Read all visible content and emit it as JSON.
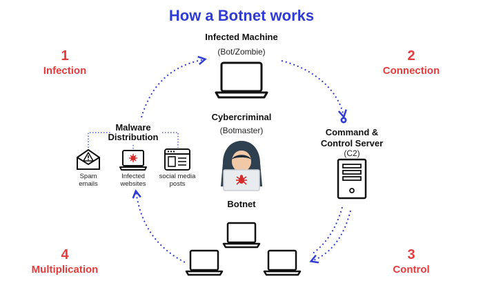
{
  "title": "How a Botnet works",
  "infected_machine": {
    "title": "Infected Machine",
    "subtitle": "(Bot/Zombie)"
  },
  "cybercriminal": {
    "title": "Cybercriminal",
    "subtitle": "(Botmaster)"
  },
  "botnet_label": "Botnet",
  "c2": {
    "line1": "Command &",
    "line2": "Control Server",
    "subtitle": "(C2)"
  },
  "malware": {
    "line1": "Malware",
    "line2": "Distribution",
    "sources": [
      {
        "line1": "Spam",
        "line2": "emails",
        "icon": "envelope-warning-icon"
      },
      {
        "line1": "Infected",
        "line2": "websites",
        "icon": "infected-laptop-icon"
      },
      {
        "line1": "social media",
        "line2": "posts",
        "icon": "social-media-browser-icon"
      }
    ]
  },
  "steps": [
    {
      "num": "1",
      "label": "Infection"
    },
    {
      "num": "2",
      "label": "Connection"
    },
    {
      "num": "3",
      "label": "Control"
    },
    {
      "num": "4",
      "label": "Multiplication"
    }
  ],
  "colors": {
    "title": "#2f3bd6",
    "arrows": "#2f3bd6",
    "steps": "#e63b3b",
    "spider": "#d62b2b",
    "hood": "#2e3f50"
  }
}
